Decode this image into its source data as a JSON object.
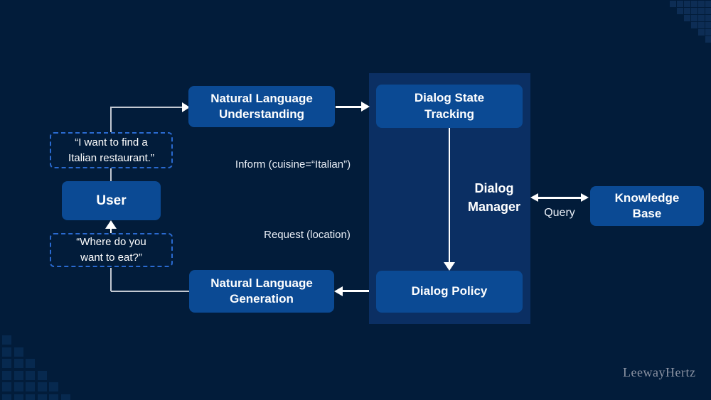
{
  "colors": {
    "background": "#021c3a",
    "panel": "#0b2f63",
    "node": "#0b4a94",
    "bubble_border": "#2a6ad0",
    "line": "#c3c9d2",
    "arrow": "#ffffff",
    "text": "#ffffff",
    "label_text": "#e9eef6",
    "watermark": "#8a92a2",
    "deco_top": "#0d2d55",
    "deco_bottom": "#07294f"
  },
  "nodes": {
    "nlu": {
      "label": "Natural Language Understanding"
    },
    "dialog_state_tracking": {
      "label": "Dialog State Tracking"
    },
    "dialog_policy": {
      "label": "Dialog Policy"
    },
    "nlg": {
      "label": "Natural Language Generation"
    },
    "user": {
      "label": "User"
    },
    "knowledge_base": {
      "label": "Knowledge Base"
    },
    "dialog_manager": {
      "label": "Dialog Manager"
    }
  },
  "bubbles": {
    "user_utterance": {
      "text": "“I want to find a Italian restaurant.”"
    },
    "system_utterance": {
      "text": "“Where do you want to eat?”"
    }
  },
  "edge_labels": {
    "inform": "Inform (cuisine=“Italian”)",
    "request": "Request (location)",
    "query": "Query"
  },
  "watermark": {
    "text": "LeewayHertz"
  }
}
